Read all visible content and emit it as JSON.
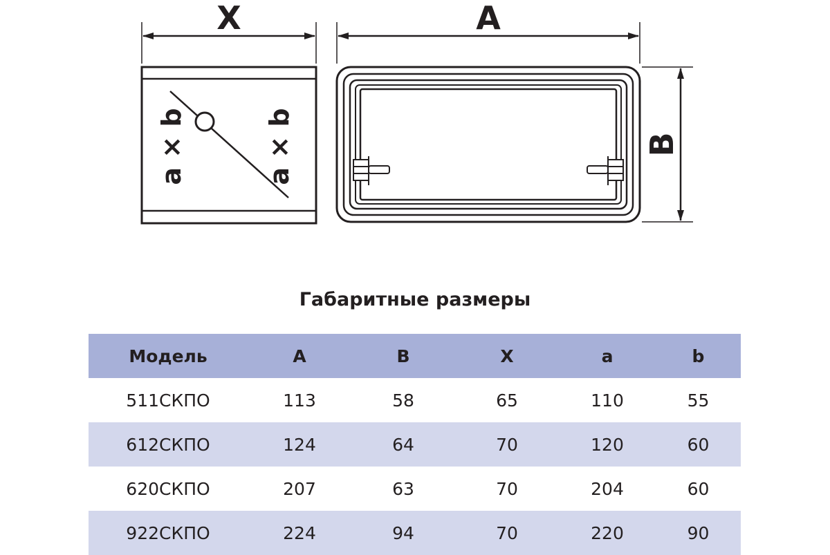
{
  "drawing": {
    "side_view": {
      "width_label": "X",
      "left_marking": "a × b",
      "right_marking": "a × b"
    },
    "front_view": {
      "width_label": "A",
      "height_label": "B"
    }
  },
  "dimensions": {
    "title": "Габаритные размеры",
    "headers": [
      "Модель",
      "A",
      "B",
      "X",
      "a",
      "b"
    ],
    "rows": [
      [
        "511СКПО",
        "113",
        "58",
        "65",
        "110",
        "55"
      ],
      [
        "612СКПО",
        "124",
        "64",
        "70",
        "120",
        "60"
      ],
      [
        "620СКПО",
        "207",
        "63",
        "70",
        "204",
        "60"
      ],
      [
        "922СКПО",
        "224",
        "94",
        "70",
        "220",
        "90"
      ]
    ]
  },
  "colors": {
    "header_row": "#a7b0d8",
    "striped_row": "#d3d7ec",
    "line": "#231f20"
  }
}
